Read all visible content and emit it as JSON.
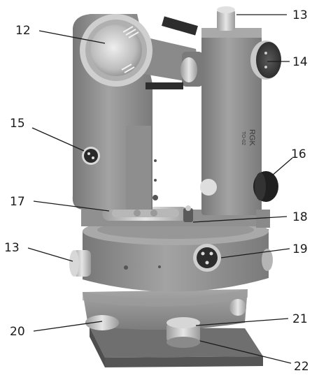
{
  "figure": {
    "subject": "theodolite-photo",
    "brand_plate": {
      "brand": "RGK",
      "model": "TO-02"
    },
    "callouts": [
      {
        "id": "c13a",
        "label": "13",
        "target": "top-knob"
      },
      {
        "id": "c12",
        "label": "12",
        "target": "objective-lens"
      },
      {
        "id": "c14",
        "label": "14",
        "target": "side-disc"
      },
      {
        "id": "c15",
        "label": "15",
        "target": "left-small-knob"
      },
      {
        "id": "c16",
        "label": "16",
        "target": "right-black-knob"
      },
      {
        "id": "c17",
        "label": "17",
        "target": "tube-level-vial"
      },
      {
        "id": "c18",
        "label": "18",
        "target": "vial-adjust-screw"
      },
      {
        "id": "c13b",
        "label": "13",
        "target": "lower-left-knob"
      },
      {
        "id": "c19",
        "label": "19",
        "target": "front-knob"
      },
      {
        "id": "c20",
        "label": "20",
        "target": "tribrach-left"
      },
      {
        "id": "c21",
        "label": "21",
        "target": "tribrach-right"
      },
      {
        "id": "c22",
        "label": "22",
        "target": "leveling-foot-screw"
      }
    ]
  },
  "colors": {
    "body": "#8c8c8c",
    "body_light": "#a8a8a8",
    "body_dark": "#6a6a6a",
    "metal": "#c9c9c9",
    "black": "#1e1e1e",
    "glass": "#d9d9d9",
    "ink": "#1a1a1a"
  }
}
